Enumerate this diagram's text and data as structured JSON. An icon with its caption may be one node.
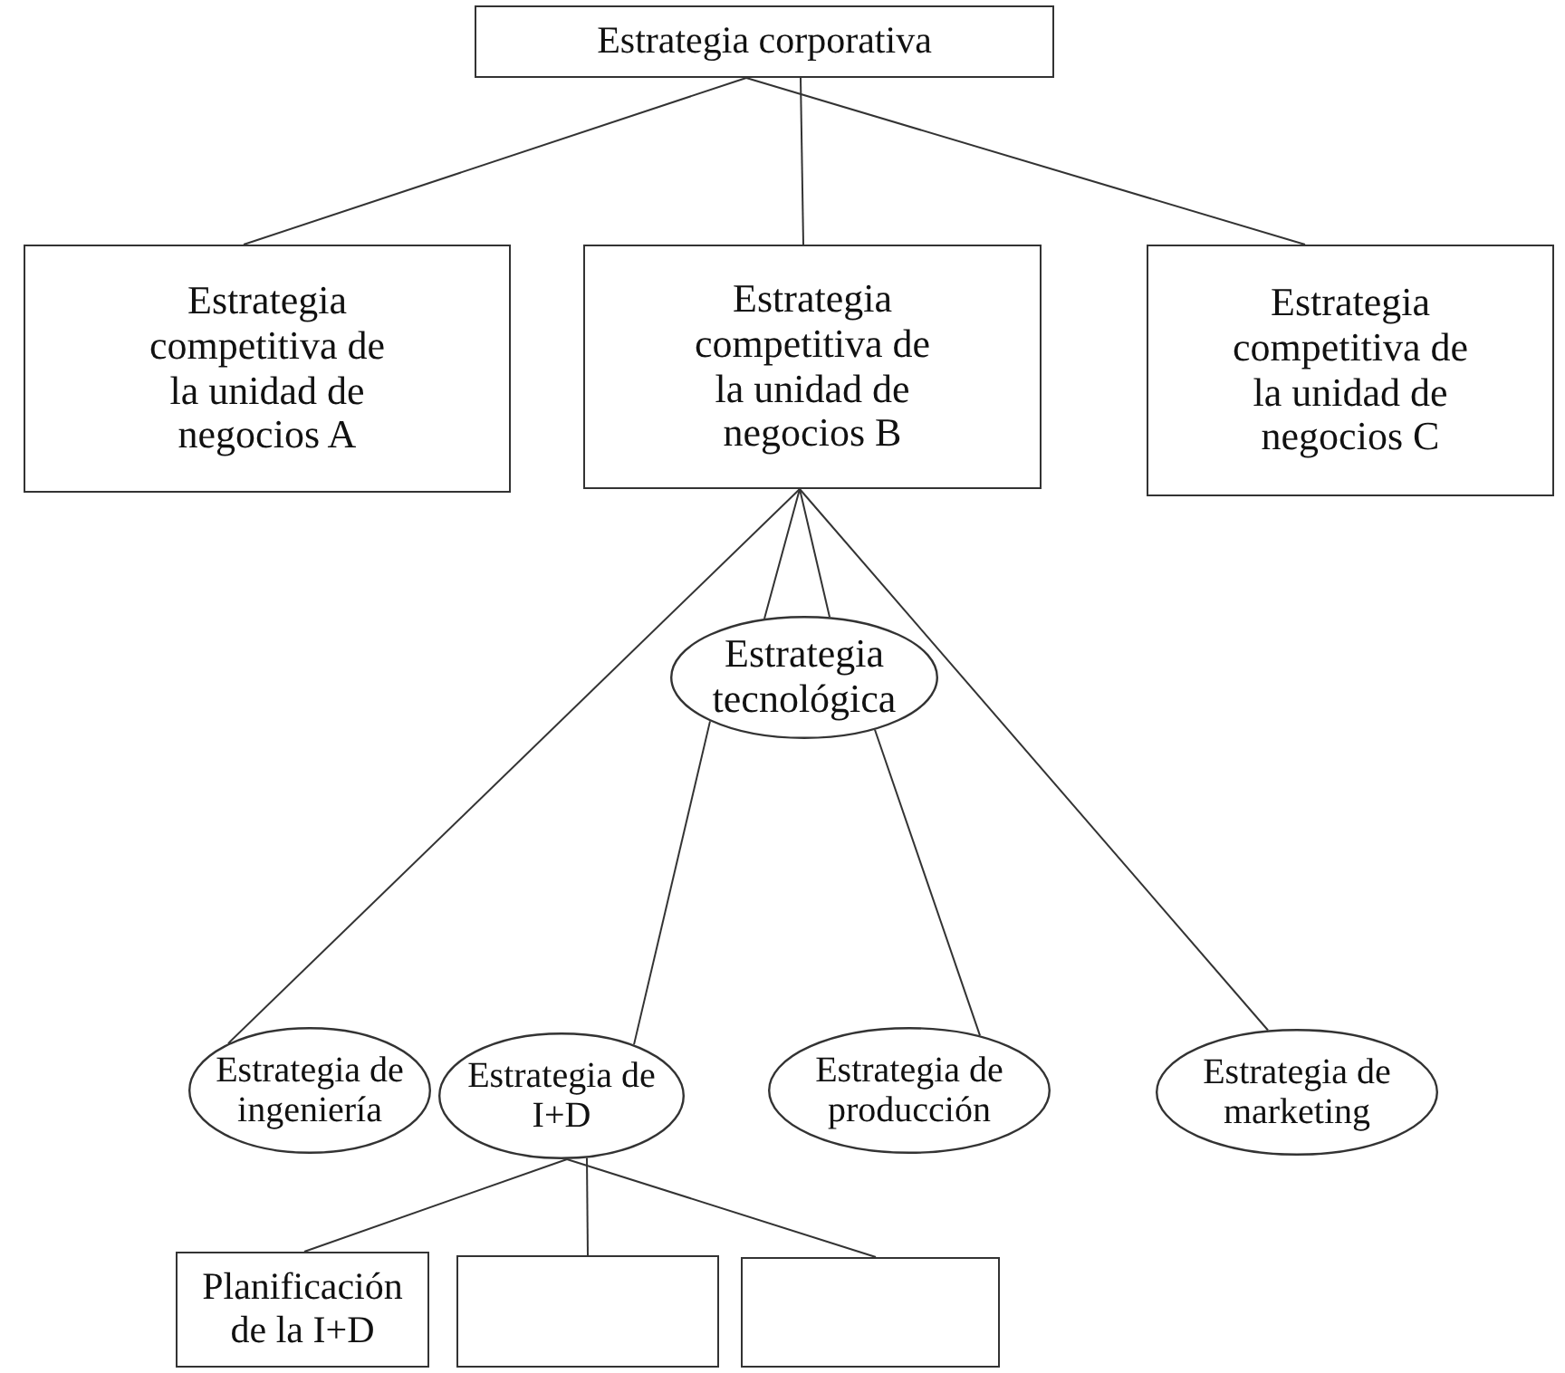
{
  "diagram": {
    "nodes": [
      {
        "text": [
          "Estrategia corporativa"
        ]
      },
      {
        "text": [
          "Estrategia competitiva de la unidad de negocios A"
        ]
      },
      {
        "text": [
          "Estrategia competitiva de la unidad de negocios B"
        ]
      },
      {
        "text": [
          "Estrategia competitiva de la unidad de negocios C"
        ]
      },
      {
        "text": [
          "Estrategia tecnológica"
        ]
      },
      {
        "text": [
          "Estrategia de ingeniería"
        ]
      },
      {
        "text": [
          "Estrategia de I+D"
        ]
      },
      {
        "text": [
          "Estrategia de producción"
        ]
      },
      {
        "text": [
          "Estrategia de marketing"
        ]
      },
      {
        "text": [
          "Planificación de la I+D"
        ]
      },
      {
        "text": [],
        "shape": "box"
      },
      {
        "text": [],
        "shape": "box"
      }
    ],
    "edges": [
      {
        "from": 0,
        "to": 1,
        "arrow": "none"
      },
      {
        "from": 0,
        "to": 2,
        "arrow": "none"
      },
      {
        "from": 0,
        "to": 3,
        "arrow": "none"
      },
      {
        "from": 2,
        "to": 5,
        "arrow": "none"
      },
      {
        "from": 2,
        "to": 4,
        "arrow": "none"
      },
      {
        "from": 2,
        "to": 4,
        "arrow": "none"
      },
      {
        "from": 2,
        "to": 8,
        "arrow": "none"
      },
      {
        "from": 4,
        "to": 6,
        "arrow": "none"
      },
      {
        "from": 4,
        "to": 7,
        "arrow": "none"
      },
      {
        "from": 6,
        "to": 9,
        "arrow": "none"
      },
      {
        "from": 6,
        "to": 10,
        "arrow": "none"
      },
      {
        "from": 6,
        "to": 11,
        "arrow": "none"
      }
    ]
  }
}
